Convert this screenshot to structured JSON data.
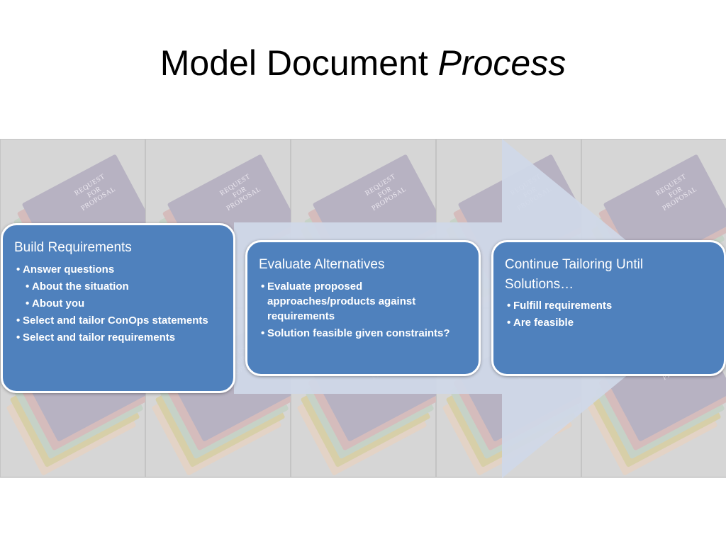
{
  "title": {
    "main": "Model Document",
    "emphasis": "Process"
  },
  "background": {
    "stamp_text": "REQUEST FOR PROPOSAL",
    "arrow_color": "#d0d8e8",
    "box_color": "#4f81bd"
  },
  "steps": [
    {
      "title": "Build Requirements",
      "items": [
        {
          "text": "Answer questions",
          "level": 1
        },
        {
          "text": "About the situation",
          "level": 2
        },
        {
          "text": "About you",
          "level": 2
        },
        {
          "text": "Select and tailor ConOps statements",
          "level": 1
        },
        {
          "text": "Select and tailor requirements",
          "level": 1
        }
      ]
    },
    {
      "title": "Evaluate Alternatives",
      "items": [
        {
          "text": "Evaluate proposed approaches/products against requirements",
          "level": 1
        },
        {
          "text": "Solution feasible given constraints?",
          "level": 1
        }
      ]
    },
    {
      "title": "Continue Tailoring Until Solutions…",
      "items": [
        {
          "text": "Fulfill requirements",
          "level": 1
        },
        {
          "text": "Are feasible",
          "level": 1
        }
      ]
    }
  ]
}
